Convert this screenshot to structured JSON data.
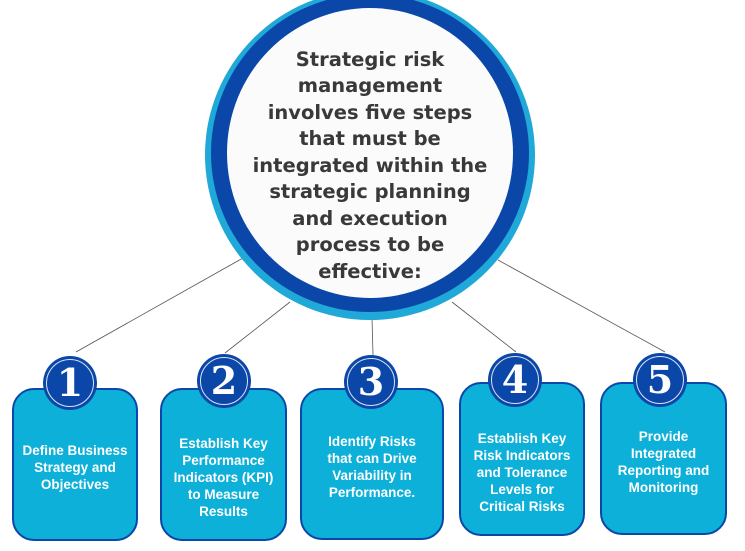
{
  "hub": {
    "text": "Strategic risk management involves five steps that must be integrated within the strategic planning and execution process to be effective:"
  },
  "colors": {
    "hub_outer": "#1fa8d8",
    "hub_ring": "#0b47a8",
    "box_fill": "#0db0d8",
    "badge_fill": "#0b47a8",
    "text_dark": "#3a3838",
    "connector": "#555555"
  },
  "steps": [
    {
      "number": "1",
      "label": "Define Business Strategy and Objectives"
    },
    {
      "number": "2",
      "label": "Establish Key Performance Indicators (KPI) to Measure Results"
    },
    {
      "number": "3",
      "label": "Identify Risks that can Drive Variability in Performance."
    },
    {
      "number": "4",
      "label": "Establish Key Risk Indicators and Tolerance Levels for Critical Risks"
    },
    {
      "number": "5",
      "label": "Provide Integrated Reporting and Monitoring"
    }
  ]
}
